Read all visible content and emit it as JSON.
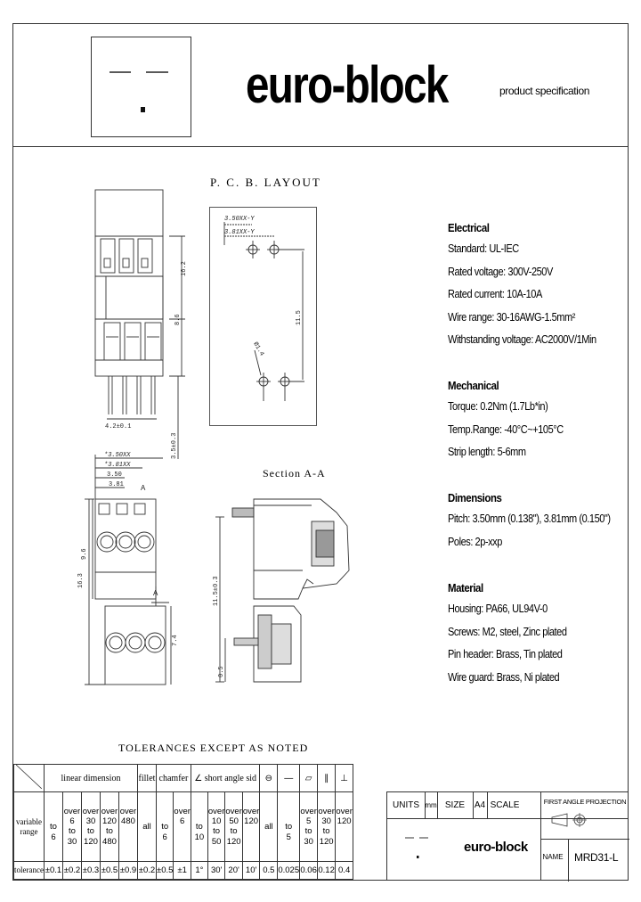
{
  "header": {
    "brand": "euro-block",
    "subtitle": "product specification"
  },
  "drawings": {
    "pcb_title": "P. C. B.   LAYOUT",
    "section_title": "Section  A-A",
    "pcb_labels": [
      "3.50XX-Y",
      "3.81XX-Y",
      "11.5",
      "Ø1.4"
    ],
    "front_labels": [
      "16.2",
      "8.6",
      "3.5±0.3",
      "4.2±0.1"
    ],
    "top_labels": [
      "*3.50XX",
      "*3.81XX",
      "3.50",
      "3.81",
      "9.6",
      "16.3",
      "7.4",
      "A",
      "A"
    ],
    "section_labels": [
      "11.5±0.3",
      "0.5"
    ]
  },
  "specs": {
    "electrical": {
      "heading": "Electrical",
      "rows": [
        "Standard: UL-IEC",
        "Rated voltage: 300V-250V",
        "Rated current: 10A-10A",
        "Wire range: 30-16AWG-1.5mm²",
        "Withstanding voltage: AC2000V/1Min"
      ]
    },
    "mechanical": {
      "heading": "Mechanical",
      "rows": [
        "Torque: 0.2Nm (1.7Lb*in)",
        "Temp.Range: -40°C~+105°C",
        "Strip length: 5-6mm"
      ]
    },
    "dimensions": {
      "heading": "Dimensions",
      "rows": [
        "Pitch: 3.50mm (0.138\"), 3.81mm (0.150\")",
        "Poles: 2p-xxp"
      ]
    },
    "material": {
      "heading": "Material",
      "rows": [
        "Housing: PA66, UL94V-0",
        "Screws: M2, steel, Zinc plated",
        "Pin header: Brass, Tin plated",
        "Wire guard: Brass, Ni plated"
      ]
    }
  },
  "tolerances": {
    "title": "TOLERANCES EXCEPT AS NOTED",
    "headers": {
      "linear": "linear dimension",
      "fillet": "fillet",
      "chamfer": "chamfer",
      "angle": "short angle sid"
    },
    "row_labels": {
      "variable": "variable",
      "range": "range",
      "tolerance": "tolerance"
    },
    "range_cols": [
      [
        "",
        "to",
        "6"
      ],
      [
        "over 6",
        "to",
        "30"
      ],
      [
        "over 30",
        "to",
        "120"
      ],
      [
        "over 120",
        "to",
        "480"
      ],
      [
        "over 480",
        "",
        ""
      ],
      [
        "",
        "all",
        ""
      ],
      [
        "",
        "to",
        "6"
      ],
      [
        "over 6",
        "",
        ""
      ],
      [
        "",
        "to",
        "10"
      ],
      [
        "over 10",
        "to",
        "50"
      ],
      [
        "over 50",
        "to",
        "120"
      ],
      [
        "over 120",
        "",
        ""
      ],
      [
        "",
        "all",
        ""
      ],
      [
        "",
        "to",
        "5"
      ],
      [
        "over 5",
        "to",
        "30"
      ],
      [
        "over 30",
        "to",
        "120"
      ],
      [
        "over 120",
        "",
        ""
      ]
    ],
    "values": [
      "±0.1",
      "±0.2",
      "±0.3",
      "±0.5",
      "±0.9",
      "±0.2",
      "±0.5",
      "±1",
      "1°",
      "30'",
      "20'",
      "10'",
      "0.5",
      "0.025",
      "0.06",
      "0.12",
      "0.4"
    ]
  },
  "title_block": {
    "units_label": "UNITS",
    "units_value": "mm",
    "size_label": "SIZE",
    "size_value": "A4",
    "scale_label": "SCALE",
    "projection": "FIRST ANGLE PROJECTION",
    "brand": "euro-block",
    "name_label": "NAME",
    "name_value": "MRD31-L"
  }
}
